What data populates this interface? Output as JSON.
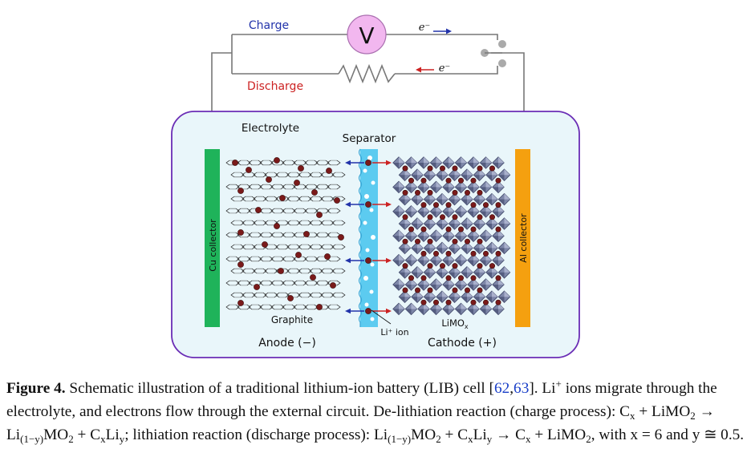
{
  "diagram": {
    "voltmeter_symbol": "V",
    "charge_label": "Charge",
    "discharge_label": "Discharge",
    "electron_top": "e⁻",
    "electron_bottom": "e⁻",
    "electrolyte_label": "Electrolyte",
    "separator_label": "Separator",
    "anode_collector_label": "Cu collector",
    "cathode_collector_label": "Al collector",
    "graphite_label": "Graphite",
    "li_ion_label": "Li⁺ ion",
    "limox_label": "LiMO",
    "limox_sub": "x",
    "anode_label": "Anode (−)",
    "cathode_label": "Cathode (+)",
    "colors": {
      "charge": "#2233aa",
      "discharge": "#cc2222",
      "cell_border": "#6a2db5",
      "cell_fill": "#e9f6fa",
      "cu_collector": "#1fb35a",
      "al_collector": "#f5a00f",
      "separator": "#5ccbf0",
      "voltmeter": "#f2b7ef",
      "li_ion": "#7a1a1a",
      "octahedron": "#7d86a8"
    }
  },
  "caption": {
    "figure_label": "Figure 4.",
    "text_1": " Schematic illustration of a traditional lithium-ion battery (LIB) cell [",
    "ref_1": "62",
    "comma": ",",
    "ref_2": "63",
    "text_2": "]. Li",
    "plus": "+",
    "text_3": " ions migrate through the electrolyte, and electrons flow through the external circuit. De-lithiation reaction (charge process): C",
    "x1": "x",
    "text_4": " + LiMO",
    "two1": "2",
    "text_5": " → Li",
    "sub1": "(1−y)",
    "text_6": "MO",
    "two2": "2",
    "text_7": " + C",
    "x2": "x",
    "text_8": "Li",
    "y1": "y",
    "text_9": "; lithiation reaction (discharge process): Li",
    "sub2": "(1−y)",
    "text_10": "MO",
    "two3": "2",
    "text_11": " + C",
    "x3": "x",
    "text_12": "Li",
    "y2": "y",
    "text_13": " → C",
    "x4": "x",
    "text_14": " + LiMO",
    "two4": "2",
    "text_15": ", with x = 6 and y ≅ 0.5."
  }
}
